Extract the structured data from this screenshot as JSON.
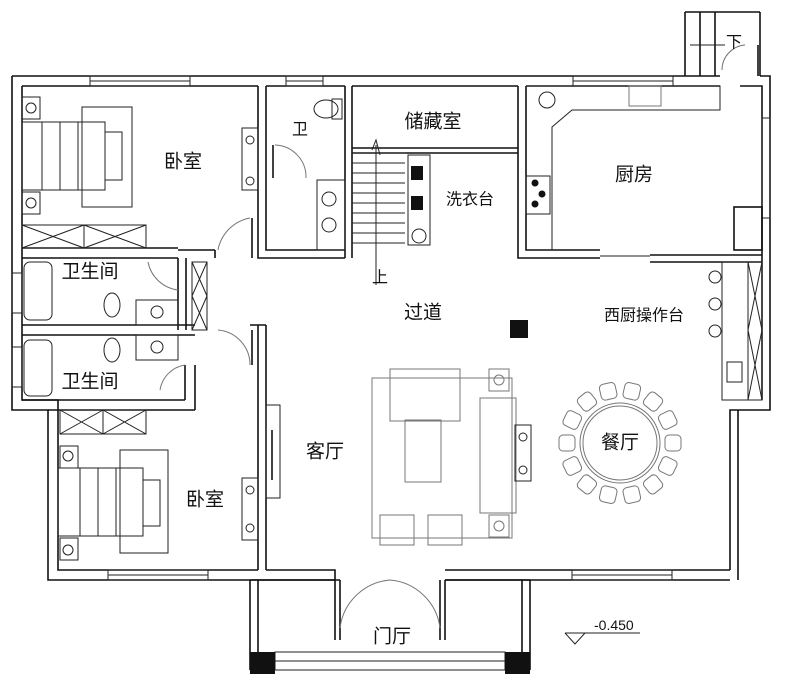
{
  "plan": {
    "rooms": {
      "bedroom_top": "卧室",
      "toilet_small": "卫",
      "storage": "储藏室",
      "laundry": "洗衣台",
      "kitchen": "厨房",
      "bathroom_1": "卫生间",
      "bathroom_2": "卫生间",
      "corridor": "过道",
      "western_kitchen_counter": "西厨操作台",
      "living_room": "客厅",
      "dining_room": "餐厅",
      "bedroom_bottom": "卧室",
      "entrance_hall": "门厅"
    },
    "stairs": {
      "up": "上",
      "down": "下"
    },
    "level_mark": "-0.450"
  }
}
